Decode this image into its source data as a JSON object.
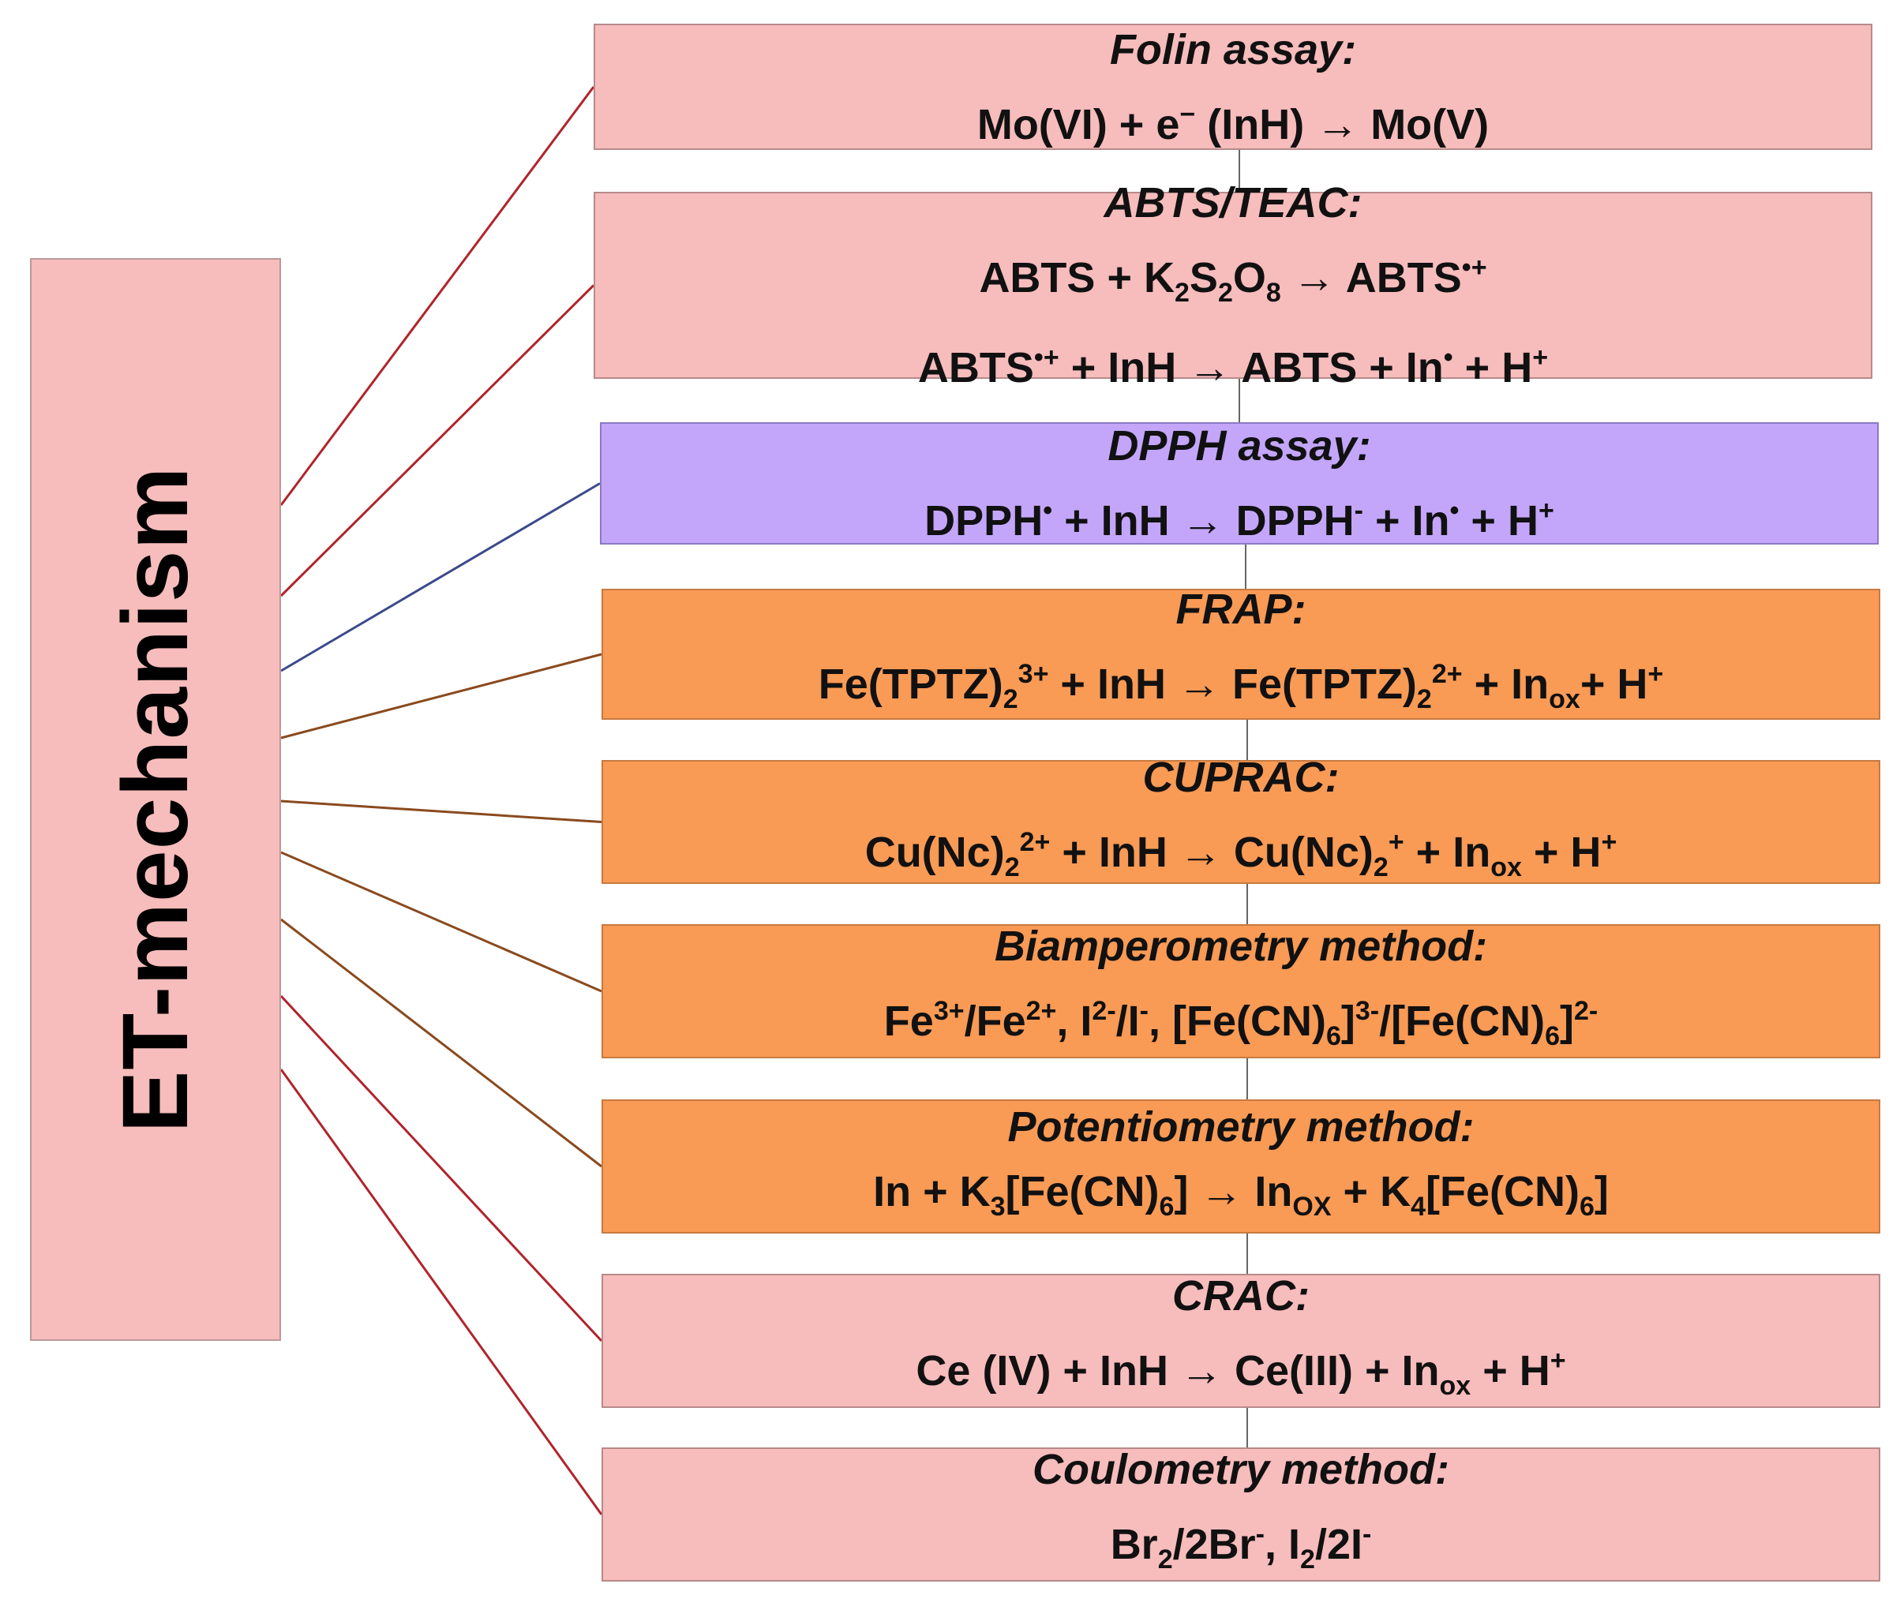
{
  "colors": {
    "pink": "#f7bcbc",
    "violet": "#c3a6fa",
    "orange": "#f99a55",
    "line_red": "#b0242c",
    "line_blue": "#3a4a8c",
    "line_brown": "#8a4a1e",
    "line_gray": "#666666"
  },
  "root": {
    "label": "ET-mechanism",
    "color": "#f7bcbc"
  },
  "methods": [
    {
      "id": "folin",
      "title": "Folin assay:",
      "color": "#f7bcbc",
      "line_color": "#b0242c",
      "equations": [
        [
          [
            "t",
            "Mo(VI) + e"
          ],
          [
            "p",
            "−"
          ],
          [
            "t",
            " (InH) → Mo(V)"
          ]
        ]
      ]
    },
    {
      "id": "abts",
      "title": "ABTS/TEAC:",
      "color": "#f7bcbc",
      "line_color": "#b0242c",
      "equations": [
        [
          [
            "t",
            "ABTS + K"
          ],
          [
            "b",
            "2"
          ],
          [
            "t",
            "S"
          ],
          [
            "b",
            "2"
          ],
          [
            "t",
            "O"
          ],
          [
            "b",
            "8"
          ],
          [
            "t",
            " → ABTS"
          ],
          [
            "p",
            "•+"
          ]
        ],
        [
          [
            "t",
            "ABTS"
          ],
          [
            "p",
            "•+"
          ],
          [
            "t",
            " + InH → ABTS + In"
          ],
          [
            "p",
            "•"
          ],
          [
            "t",
            " + H"
          ],
          [
            "p",
            "+"
          ]
        ]
      ]
    },
    {
      "id": "dpph",
      "title": "DPPH assay:",
      "color": "#c3a6fa",
      "line_color": "#3a4a8c",
      "equations": [
        [
          [
            "t",
            "DPPH"
          ],
          [
            "p",
            "•"
          ],
          [
            "t",
            " + InH → DPPH"
          ],
          [
            "p",
            "-"
          ],
          [
            "t",
            " + In"
          ],
          [
            "p",
            "•"
          ],
          [
            "t",
            " + H"
          ],
          [
            "p",
            "+"
          ]
        ]
      ]
    },
    {
      "id": "frap",
      "title": "FRAP:",
      "color": "#f99a55",
      "line_color": "#8a4a1e",
      "equations": [
        [
          [
            "t",
            "Fe(TPTZ)"
          ],
          [
            "b",
            "2"
          ],
          [
            "p",
            "3+"
          ],
          [
            "t",
            " + InH → Fe(TPTZ)"
          ],
          [
            "b",
            "2"
          ],
          [
            "p",
            "2+"
          ],
          [
            "t",
            " + In"
          ],
          [
            "b",
            "ox"
          ],
          [
            "t",
            "+ H"
          ],
          [
            "p",
            "+"
          ]
        ]
      ]
    },
    {
      "id": "cuprac",
      "title": "CUPRAC:",
      "color": "#f99a55",
      "line_color": "#8a4a1e",
      "equations": [
        [
          [
            "t",
            "Cu(Nc)"
          ],
          [
            "b",
            "2"
          ],
          [
            "p",
            "2+"
          ],
          [
            "t",
            " + InH → Cu(Nc)"
          ],
          [
            "b",
            "2"
          ],
          [
            "p",
            "+"
          ],
          [
            "t",
            " + In"
          ],
          [
            "b",
            "ox"
          ],
          [
            "t",
            " + H"
          ],
          [
            "p",
            "+"
          ]
        ]
      ]
    },
    {
      "id": "biamperometry",
      "title": "Biamperometry method:",
      "color": "#f99a55",
      "line_color": "#8a4a1e",
      "equations": [
        [
          [
            "t",
            "Fe"
          ],
          [
            "p",
            "3+"
          ],
          [
            "t",
            "/Fe"
          ],
          [
            "p",
            "2+"
          ],
          [
            "t",
            ", I"
          ],
          [
            "p",
            "2-"
          ],
          [
            "t",
            "/I"
          ],
          [
            "p",
            "-"
          ],
          [
            "t",
            ", [Fe(CN)"
          ],
          [
            "b",
            "6"
          ],
          [
            "t",
            "]"
          ],
          [
            "p",
            "3-"
          ],
          [
            "t",
            "/[Fe(CN)"
          ],
          [
            "b",
            "6"
          ],
          [
            "t",
            "]"
          ],
          [
            "p",
            "2-"
          ]
        ]
      ]
    },
    {
      "id": "potentiometry",
      "title": "Potentiometry method:",
      "color": "#f99a55",
      "line_color": "#8a4a1e",
      "equations": [
        [
          [
            "t",
            "In + K"
          ],
          [
            "b",
            "3"
          ],
          [
            "t",
            "[Fe(CN)"
          ],
          [
            "b",
            "6"
          ],
          [
            "t",
            "] → In"
          ],
          [
            "b",
            "OX"
          ],
          [
            "t",
            " + K"
          ],
          [
            "b",
            "4"
          ],
          [
            "t",
            "[Fe(CN)"
          ],
          [
            "b",
            "6"
          ],
          [
            "t",
            "]"
          ]
        ]
      ]
    },
    {
      "id": "crac",
      "title": "CRAC:",
      "color": "#f7bcbc",
      "line_color": "#b0242c",
      "equations": [
        [
          [
            "t",
            "Ce (IV) + InH → Ce(III) + In"
          ],
          [
            "b",
            "ox"
          ],
          [
            "t",
            " + H"
          ],
          [
            "p",
            "+"
          ]
        ]
      ]
    },
    {
      "id": "coulometry",
      "title": "Coulometry method:",
      "color": "#f7bcbc",
      "line_color": "#b0242c",
      "equations": [
        [
          [
            "t",
            "Br"
          ],
          [
            "b",
            "2"
          ],
          [
            "t",
            "/2Br"
          ],
          [
            "p",
            "-"
          ],
          [
            "t",
            ", I"
          ],
          [
            "b",
            "2"
          ],
          [
            "t",
            "/2I"
          ],
          [
            "p",
            "-"
          ]
        ]
      ]
    }
  ]
}
